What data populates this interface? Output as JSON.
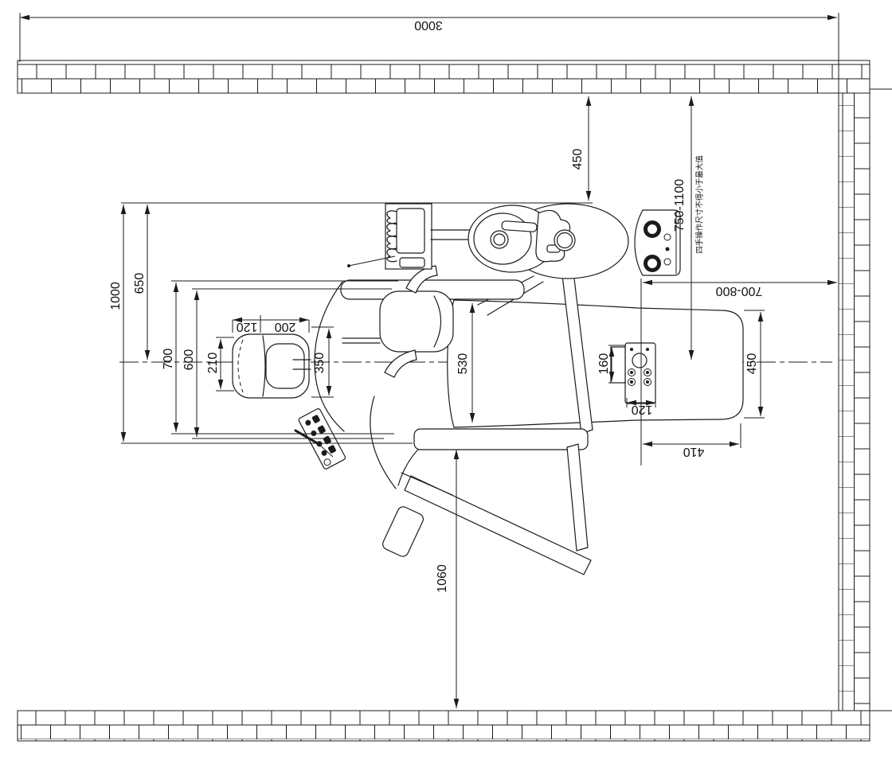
{
  "drawing": {
    "subject": "dental-unit-installation-plan-top-view",
    "dims": {
      "room_width": "3000",
      "wall_to_unit": "450",
      "wall_to_center_range": "750-1100",
      "four_hand_note": "四手操作尺寸不得小于最大值",
      "unit_overall": "1000",
      "unit_to_center": "650",
      "chair_width_outer": "700",
      "chair_width_inner": "600",
      "stool_depth": "210",
      "stool_back_depth": "120",
      "stool_seat_depth": "200",
      "stool_width": "350",
      "backrest_to_base": "530",
      "footctrl_height": "160",
      "footctrl_width": "120",
      "seat_end_to_base": "410",
      "seat_width": "450",
      "center_to_wall_range": "700-800",
      "base_to_wall": "1060"
    }
  }
}
